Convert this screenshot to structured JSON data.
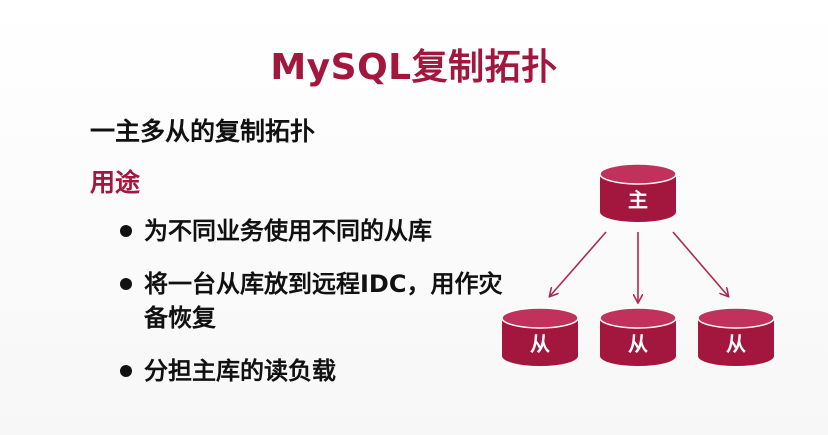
{
  "slide": {
    "title": "MySQL复制拓扑",
    "subtitle": "一主多从的复制拓扑",
    "section_heading": "用途",
    "bullets": [
      "为不同业务使用不同的从库",
      "将一台从库放到远程IDC，用作灾备恢复",
      "分担主库的读负载"
    ]
  },
  "diagram": {
    "master_label": "主",
    "slaves": [
      {
        "label": "从"
      },
      {
        "label": "从"
      },
      {
        "label": "从"
      }
    ],
    "colors": {
      "db_fill": "#a3173f",
      "db_top": "#c0325c",
      "arrow": "#b0284e"
    }
  }
}
